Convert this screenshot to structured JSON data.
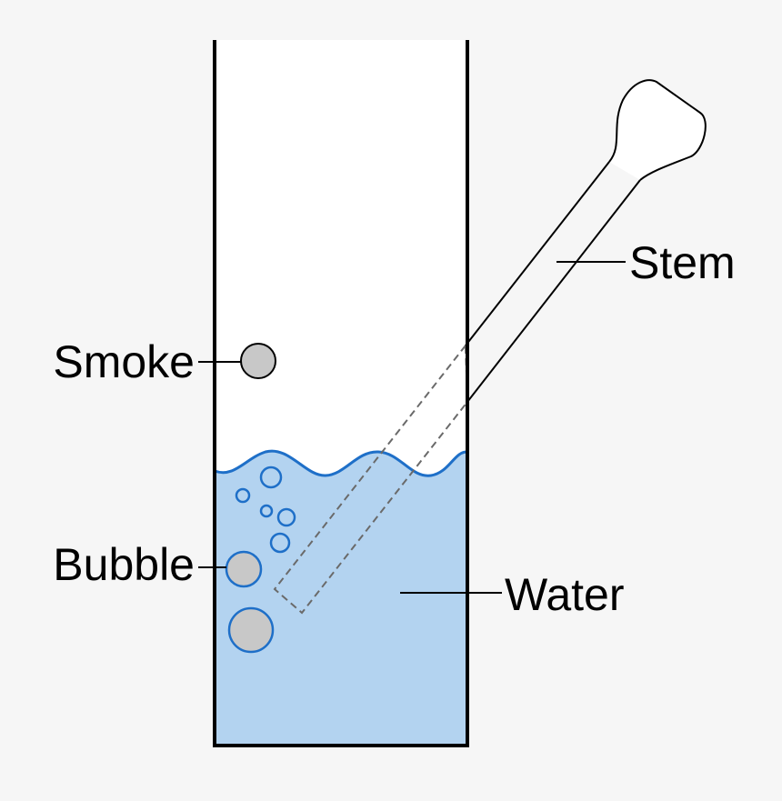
{
  "labels": {
    "smoke": "Smoke",
    "bubble": "Bubble",
    "stem": "Stem",
    "water": "Water"
  },
  "colors": {
    "background": "#f6f6f6",
    "water_fill": "#b3d3f0",
    "water_line": "#1e6fc8",
    "bubble_fill": "#c8c8c8",
    "outline": "#000000",
    "hidden_stem": "#6a6a6a"
  }
}
